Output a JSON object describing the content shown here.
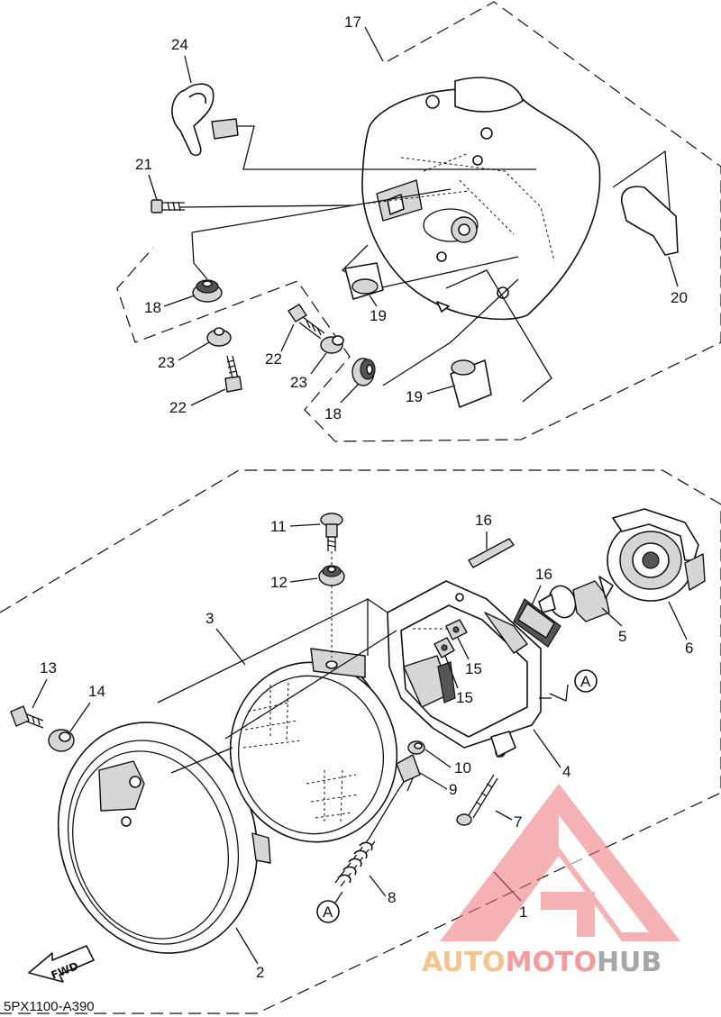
{
  "diagram": {
    "part_code": "5PX1100-A390",
    "fwd_label": "FWD",
    "callouts": {
      "p1": "1",
      "p2": "2",
      "p3": "3",
      "p4": "4",
      "p5": "5",
      "p6": "6",
      "p7": "7",
      "p8": "8",
      "p9": "9",
      "p10": "10",
      "p11": "11",
      "p12": "12",
      "p13": "13",
      "p14": "14",
      "p15a": "15",
      "p15b": "15",
      "p16a": "16",
      "p16b": "16",
      "p17": "17",
      "p18a": "18",
      "p18b": "18",
      "p19a": "19",
      "p19b": "19",
      "p20": "20",
      "p21": "21",
      "p22a": "22",
      "p22b": "22",
      "p23a": "23",
      "p23b": "23",
      "p24": "24"
    },
    "connectors": {
      "a1": "A",
      "a2": "A"
    }
  },
  "watermark": {
    "part1": "AUTO",
    "part2": "MOTO",
    "part3": "HUB"
  }
}
